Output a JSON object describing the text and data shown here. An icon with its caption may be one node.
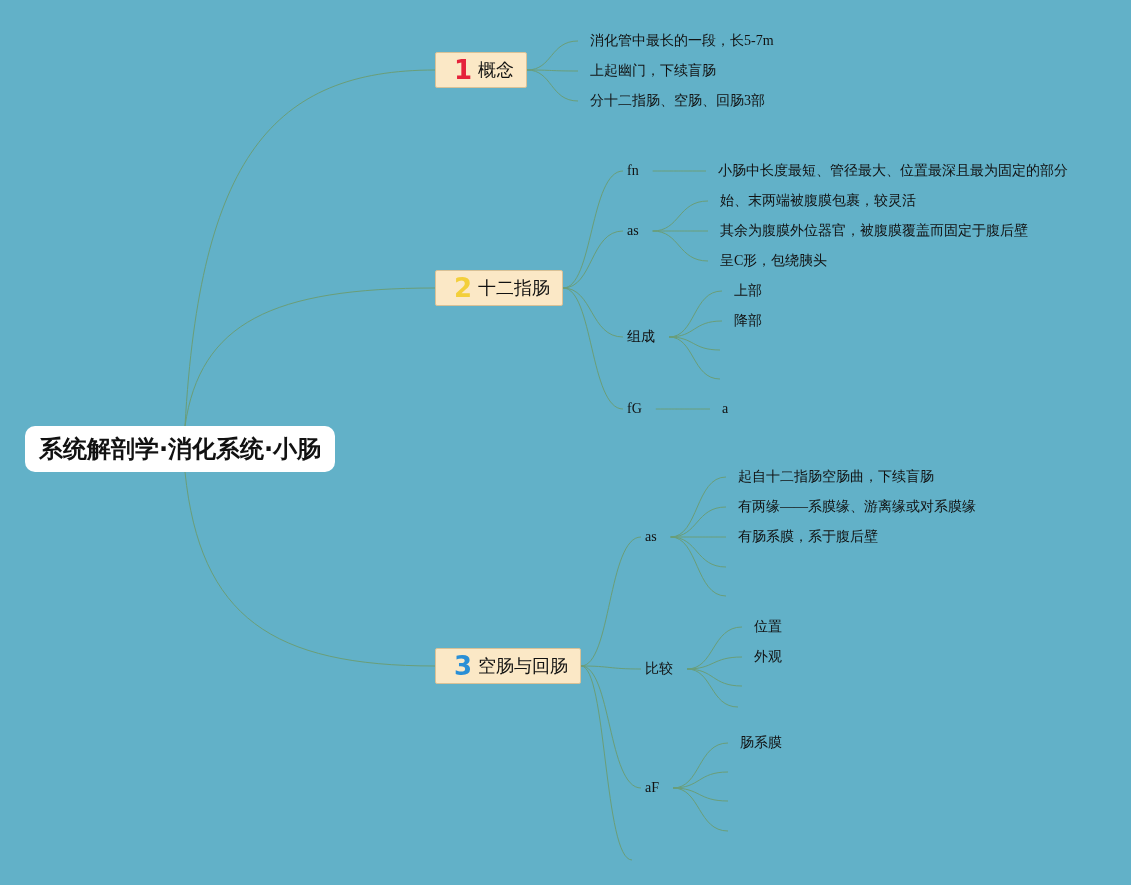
{
  "diagram": {
    "nodes": [
      {
        "text": [
          "系统解剖学·消化系统·小肠"
        ]
      },
      {
        "text": [
          "1",
          "概念"
        ]
      },
      {
        "text": [
          "消化管中最长的一段，长5-7m"
        ]
      },
      {
        "text": [
          "上起幽门，下续盲肠"
        ]
      },
      {
        "text": [
          "分十二指肠、空肠、回肠3部"
        ]
      },
      {
        "text": [
          "2",
          "十二指肠"
        ]
      },
      {
        "text": [
          "fn"
        ]
      },
      {
        "text": [
          "小肠中长度最短、管径最大、位置最深且最为固定的部分"
        ]
      },
      {
        "text": [
          "as"
        ]
      },
      {
        "text": [
          "始、末两端被腹膜包裹，较灵活"
        ]
      },
      {
        "text": [
          "其余为腹膜外位器官，被腹膜覆盖而固定于腹后壁"
        ]
      },
      {
        "text": [
          "呈C形，包绕胰头"
        ]
      },
      {
        "text": [
          "组成"
        ]
      },
      {
        "text": [
          "上部"
        ]
      },
      {
        "text": [
          "降部"
        ]
      },
      {
        "text": [
          "fG"
        ]
      },
      {
        "text": [
          "a"
        ]
      },
      {
        "text": [
          "3",
          "空肠与回肠"
        ]
      },
      {
        "text": [
          "as"
        ]
      },
      {
        "text": [
          "起自十二指肠空肠曲，下续盲肠"
        ]
      },
      {
        "text": [
          "有两缘——系膜缘、游离缘或对系膜缘"
        ]
      },
      {
        "text": [
          "有肠系膜，系于腹后壁"
        ]
      },
      {
        "text": [
          "比较"
        ]
      },
      {
        "text": [
          "位置"
        ]
      },
      {
        "text": [
          "外观"
        ]
      },
      {
        "text": [
          "aF"
        ]
      },
      {
        "text": [
          "肠系膜"
        ]
      }
    ],
    "edges": [
      {
        "from": 0,
        "to": 1,
        "arrow": "none"
      },
      {
        "from": 0,
        "to": 5,
        "arrow": "none"
      },
      {
        "from": 0,
        "to": 17,
        "arrow": "none"
      },
      {
        "from": 1,
        "to": 2,
        "arrow": "none"
      },
      {
        "from": 1,
        "to": 3,
        "arrow": "none"
      },
      {
        "from": 1,
        "to": 4,
        "arrow": "none"
      },
      {
        "from": 5,
        "to": 6,
        "arrow": "none"
      },
      {
        "from": 5,
        "to": 8,
        "arrow": "none"
      },
      {
        "from": 5,
        "to": 12,
        "arrow": "none"
      },
      {
        "from": 5,
        "to": 15,
        "arrow": "none"
      },
      {
        "from": 6,
        "to": 7,
        "arrow": "none"
      },
      {
        "from": 8,
        "to": 9,
        "arrow": "none"
      },
      {
        "from": 8,
        "to": 10,
        "arrow": "none"
      },
      {
        "from": 8,
        "to": 11,
        "arrow": "none"
      },
      {
        "from": 12,
        "to": 13,
        "arrow": "none"
      },
      {
        "from": 12,
        "to": 14,
        "arrow": "none"
      },
      {
        "from": 12,
        "to": null,
        "arrow": "none"
      },
      {
        "from": 12,
        "to": null,
        "arrow": "none"
      },
      {
        "from": 15,
        "to": 16,
        "arrow": "none"
      },
      {
        "from": 17,
        "to": 18,
        "arrow": "none"
      },
      {
        "from": 17,
        "to": 22,
        "arrow": "none"
      },
      {
        "from": 17,
        "to": 25,
        "arrow": "none"
      },
      {
        "from": 17,
        "to": null,
        "arrow": "none"
      },
      {
        "from": 18,
        "to": 19,
        "arrow": "none"
      },
      {
        "from": 18,
        "to": 20,
        "arrow": "none"
      },
      {
        "from": 18,
        "to": 21,
        "arrow": "none"
      },
      {
        "from": 18,
        "to": null,
        "arrow": "none"
      },
      {
        "from": 18,
        "to": null,
        "arrow": "none"
      },
      {
        "from": 22,
        "to": 23,
        "arrow": "none"
      },
      {
        "from": 22,
        "to": 24,
        "arrow": "none"
      },
      {
        "from": 22,
        "to": null,
        "arrow": "none"
      },
      {
        "from": 22,
        "to": null,
        "arrow": "none"
      },
      {
        "from": 25,
        "to": 26,
        "arrow": "none"
      },
      {
        "from": 25,
        "to": null,
        "arrow": "none"
      },
      {
        "from": 25,
        "to": null,
        "arrow": "none"
      },
      {
        "from": 25,
        "to": null,
        "arrow": "none"
      }
    ]
  }
}
